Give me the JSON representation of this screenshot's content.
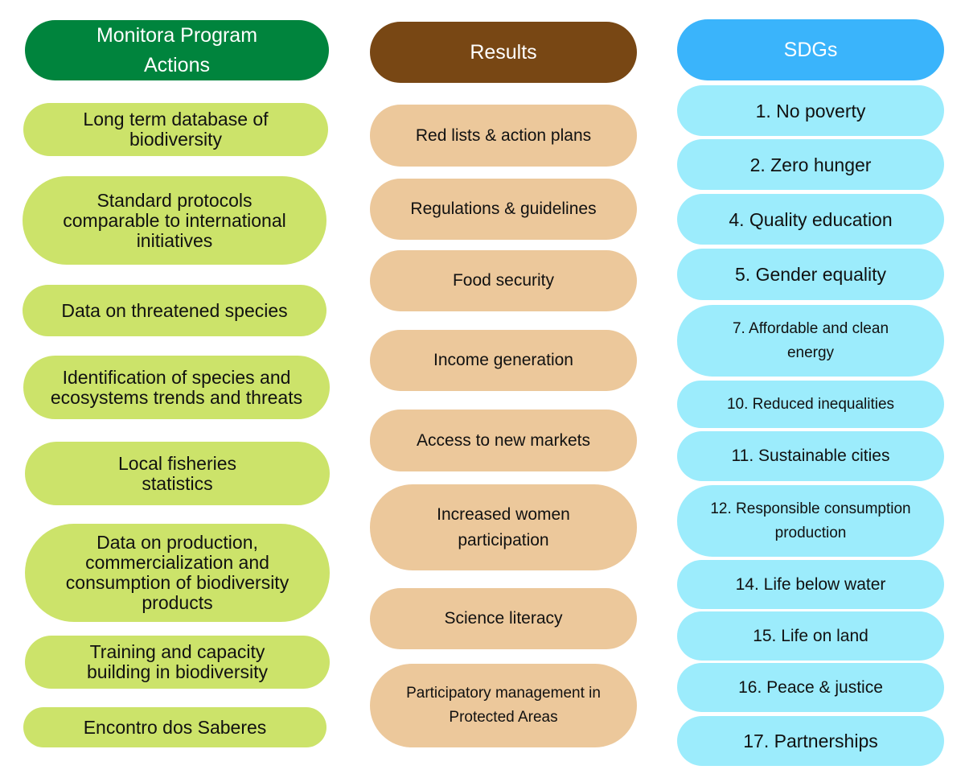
{
  "colors": {
    "actions_header": "#00843d",
    "results_header": "#784714",
    "sdgs_header": "#3ab4fb",
    "actions_item": "#cce36a",
    "results_item": "#ecc89b",
    "sdgs_item": "#9cecfc"
  },
  "actions": {
    "header": "Monitora Program Actions",
    "items": [
      "Long term database of biodiversity",
      "Standard protocols comparable to international initiatives",
      "Data on threatened species",
      "Identification of species and ecosystems trends and threats",
      "Local fisheries statistics",
      "Data on production, commercialization and consumption of biodiversity products",
      "Training and capacity building in biodiversity",
      "Encontro dos Saberes"
    ]
  },
  "results": {
    "header": "Results",
    "items": [
      "Red lists & action plans",
      "Regulations & guidelines",
      "Food security",
      "Income generation",
      "Access to new markets",
      "Increased women participation",
      "Science literacy",
      "Participatory management in Protected Areas"
    ]
  },
  "sdgs": {
    "header": "SDGs",
    "items": [
      "1. No poverty",
      "2. Zero hunger",
      "4. Quality education",
      "5. Gender equality",
      "7. Affordable and clean energy",
      "10. Reduced inequalities",
      "11. Sustainable cities",
      "12. Responsible consumption production",
      "14. Life below water",
      "15. Life on land",
      "16. Peace & justice",
      "17. Partnerships"
    ]
  }
}
